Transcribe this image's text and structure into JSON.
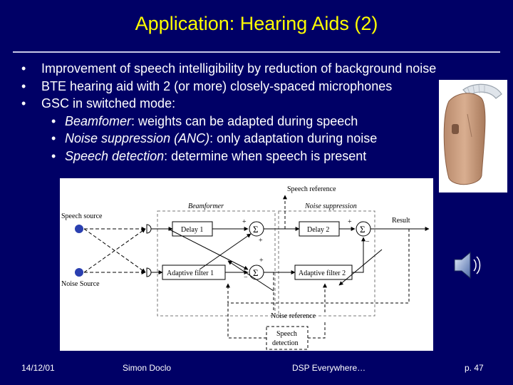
{
  "slide": {
    "title": "Application: Hearing Aids (2)",
    "bullets": [
      "Improvement of speech intelligibility by reduction of background noise",
      "BTE hearing aid with 2 (or more) closely-spaced microphones",
      "GSC in switched mode:"
    ],
    "sub_bullets": [
      {
        "term": "Beamfomer",
        "rest": " : weights can be adapted during speech"
      },
      {
        "term": "Noise suppression (ANC)",
        "rest": " : only adaptation during noise"
      },
      {
        "term": "Speech detection",
        "rest": " : determine when speech is present"
      }
    ],
    "bullet_glyph": "•"
  },
  "diagram": {
    "speech_reference": "Speech reference",
    "beamformer": "Beamformer",
    "noise_suppression": "Noise suppression",
    "speech_source": "Speech source",
    "noise_source": "Noise Source",
    "delay1": "Delay 1",
    "delay2": "Delay 2",
    "adaptive_filter1": "Adaptive filter 1",
    "adaptive_filter2": "Adaptive filter 2",
    "result": "Result",
    "noise_reference": "Noise reference",
    "speech_detection_line1": "Speech",
    "speech_detection_line2": "detection",
    "sum_symbol": "Σ",
    "plus": "+",
    "minus": "−"
  },
  "footer": {
    "date": "14/12/01",
    "author": "Simon Doclo",
    "event": "DSP Everywhere…",
    "page": "p. 47"
  },
  "icons": {
    "hearing_aid": "hearing-aid-icon",
    "speaker": "speaker-icon"
  },
  "colors": {
    "background": "#000066",
    "title": "#ffff00",
    "text": "#ffffff",
    "source_dot": "#2a3fb0"
  }
}
